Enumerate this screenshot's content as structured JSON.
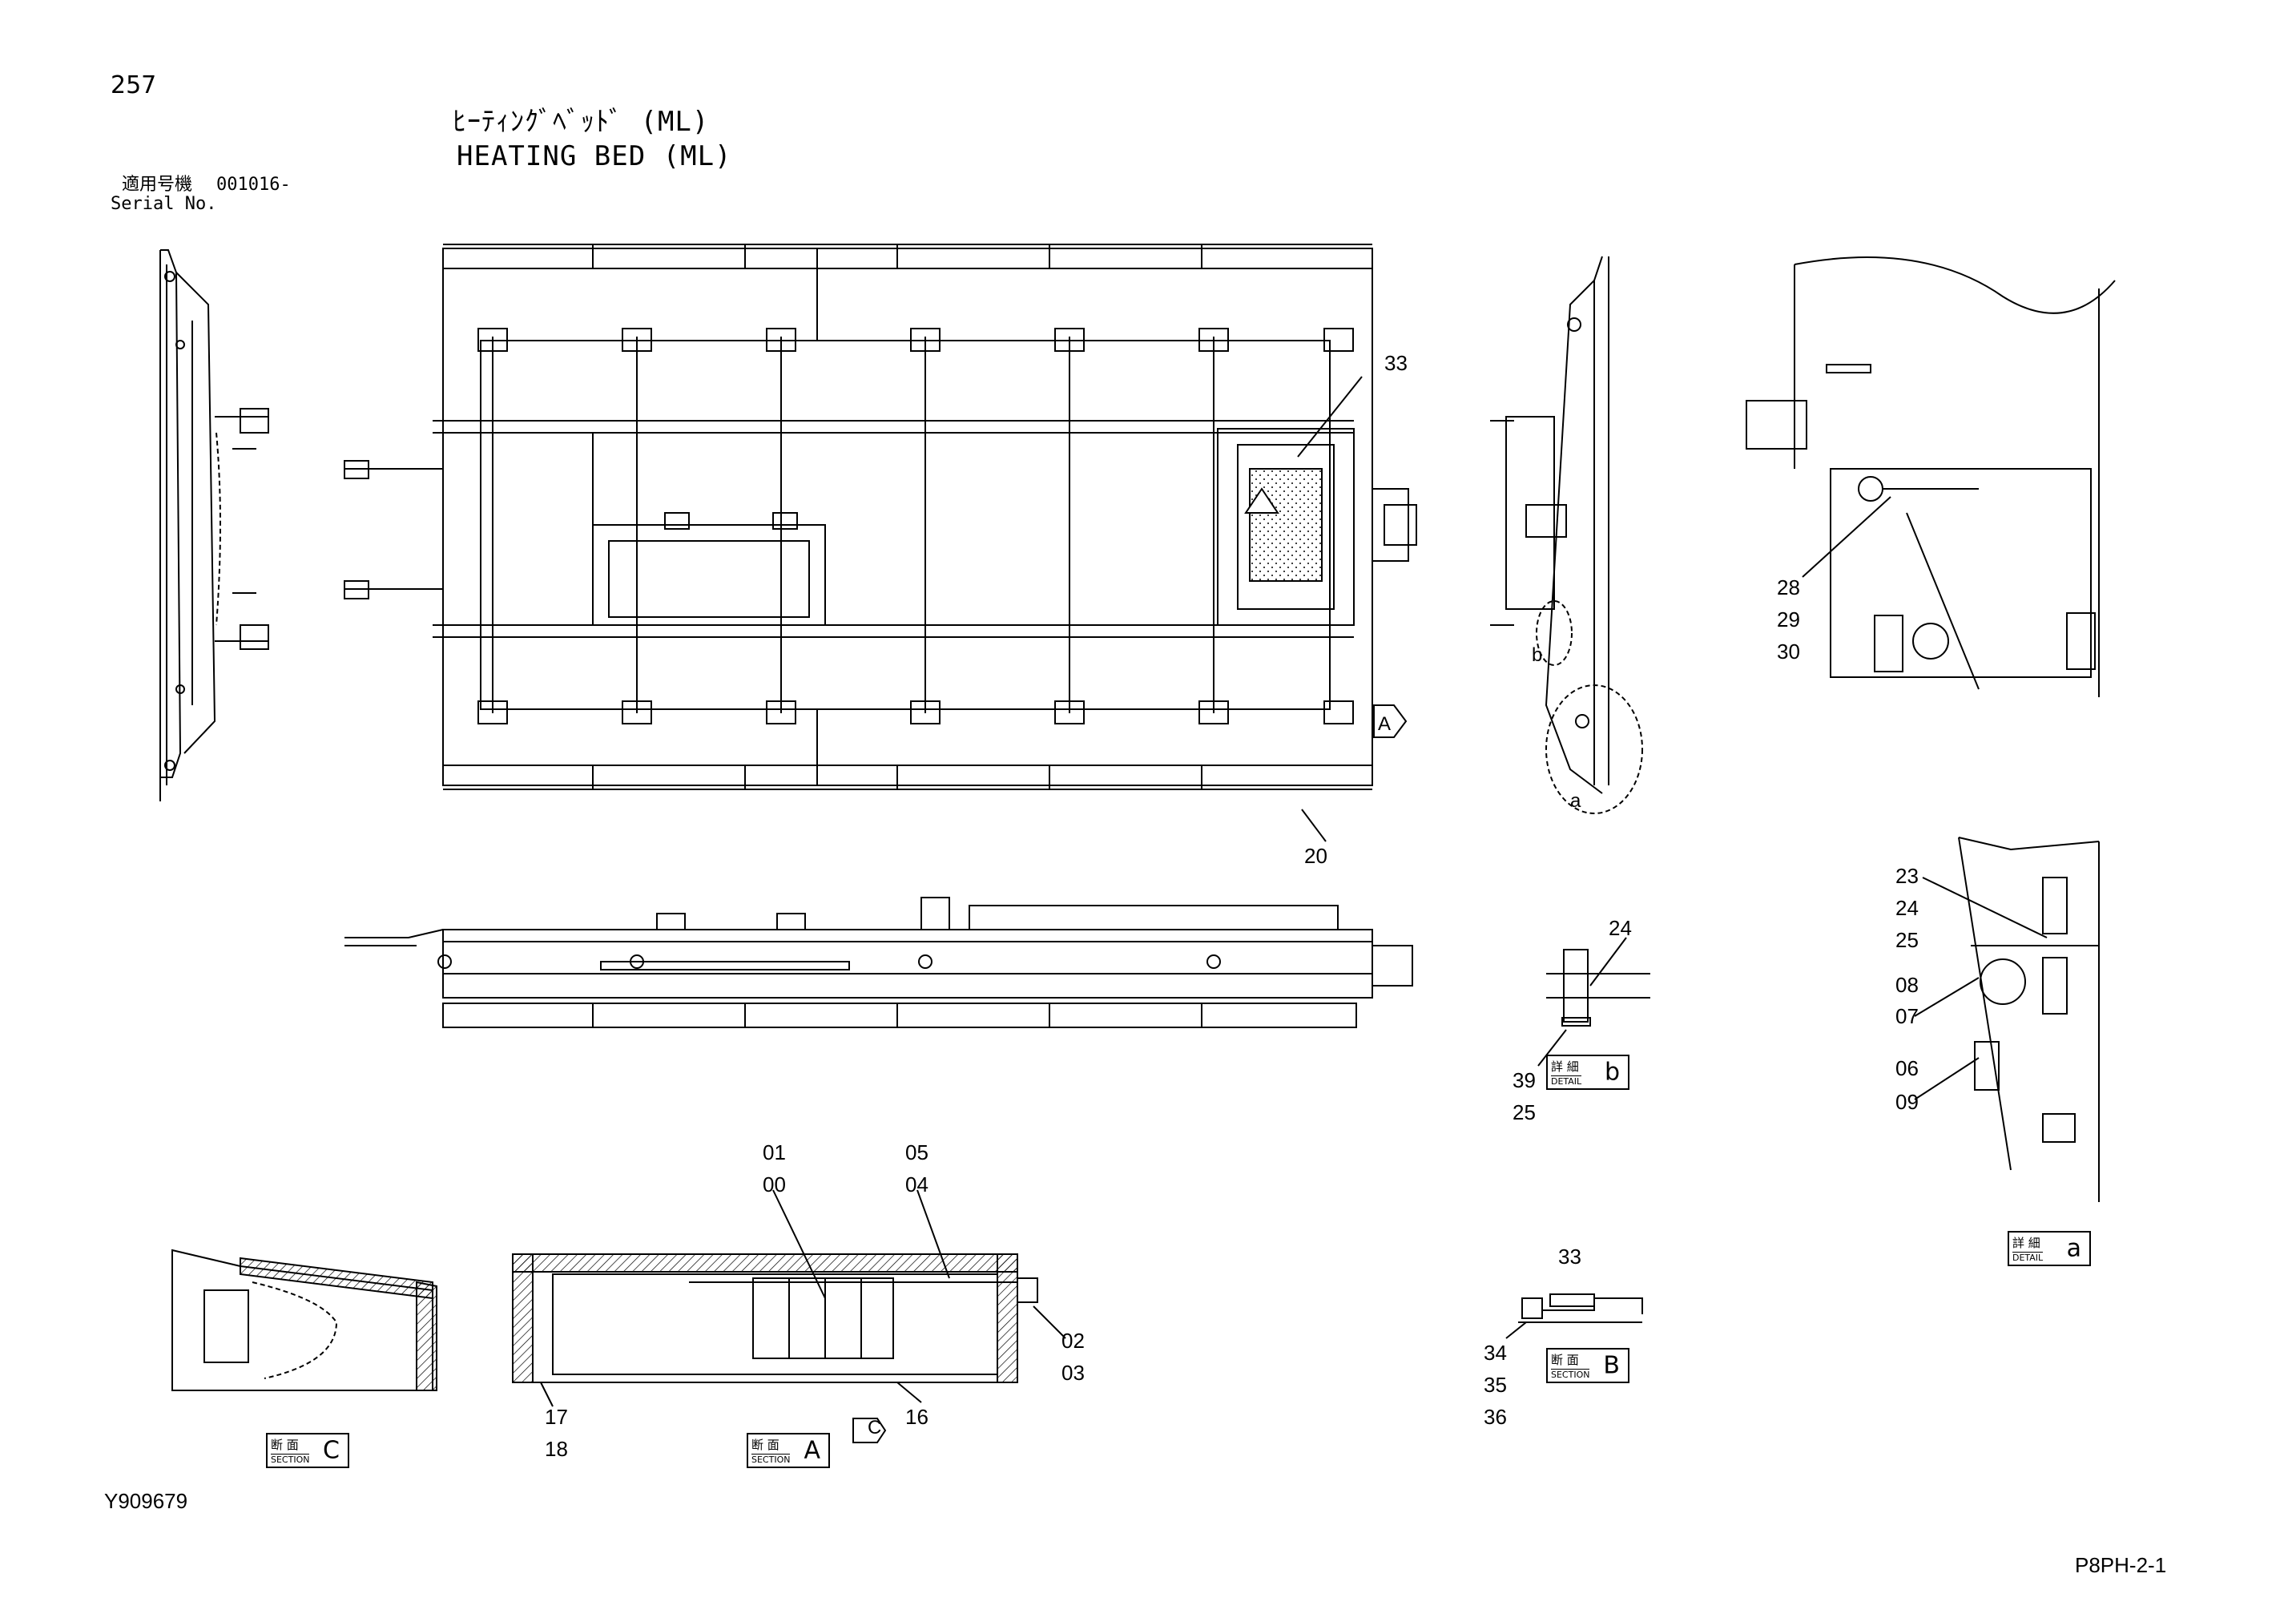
{
  "page_number": "257",
  "title": {
    "jp": "ﾋｰﾃｨﾝｸﾞﾍﾞｯﾄﾞ (ML)",
    "en": "HEATING BED (ML)"
  },
  "serial": {
    "jp_label": "適用号機",
    "value": "001016-",
    "en_label": "Serial No."
  },
  "drawing_code": "Y909679",
  "sheet_code": "P8PH-2-1",
  "view_markers": {
    "A": "A",
    "B": "B",
    "C": "C",
    "detail_a": "a",
    "detail_b": "b"
  },
  "labels": {
    "section_jp": "断 面",
    "section_en": "SECTION",
    "detail_jp": "詳 細",
    "detail_en": "DETAIL"
  },
  "section_boxes": [
    {
      "letter": "C"
    },
    {
      "letter": "A"
    },
    {
      "letter": "B"
    }
  ],
  "detail_boxes": [
    {
      "letter": "b"
    },
    {
      "letter": "a"
    }
  ],
  "callouts": {
    "c33_top": "33",
    "c20": "20",
    "c28": "28",
    "c29": "29",
    "c30": "30",
    "c23": "23",
    "c24a": "24",
    "c25a": "25",
    "c08": "08",
    "c07": "07",
    "c06": "06",
    "c09": "09",
    "c24b": "24",
    "c39": "39",
    "c25b": "25",
    "c01": "01",
    "c00": "00",
    "c05": "05",
    "c04": "04",
    "c02": "02",
    "c03": "03",
    "c16": "16",
    "c17": "17",
    "c18": "18",
    "c33_b": "33",
    "c34": "34",
    "c35": "35",
    "c36": "36"
  }
}
